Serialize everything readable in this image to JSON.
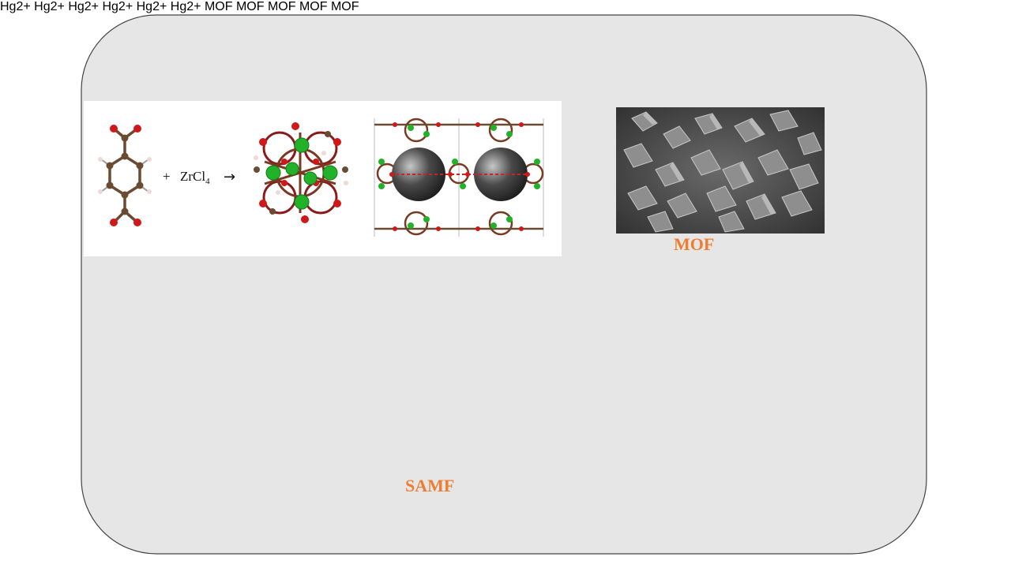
{
  "captions": {
    "mof": "MOF",
    "samf": "SAMF"
  },
  "reaction": {
    "plus": "+",
    "reagent": "ZrCl",
    "reagent_subscript": "4",
    "arrow": "→"
  },
  "tank": {
    "ion_label": "Hg",
    "ion_charge": "2+",
    "mof_label": "MOF"
  },
  "colors": {
    "panel_background": "#E7E6E6",
    "arrow_green": "#6DB33F",
    "caption_orange": "#ED7D31",
    "tank_green": "#E2F0D9",
    "cube_gold": "#F5C000",
    "ion_red": "#E00000"
  },
  "icons": {
    "beaker": "beaker-with-water-icon",
    "tank": "adsorption-tank-icon",
    "cube": "mof-crystal-cube-icon"
  }
}
